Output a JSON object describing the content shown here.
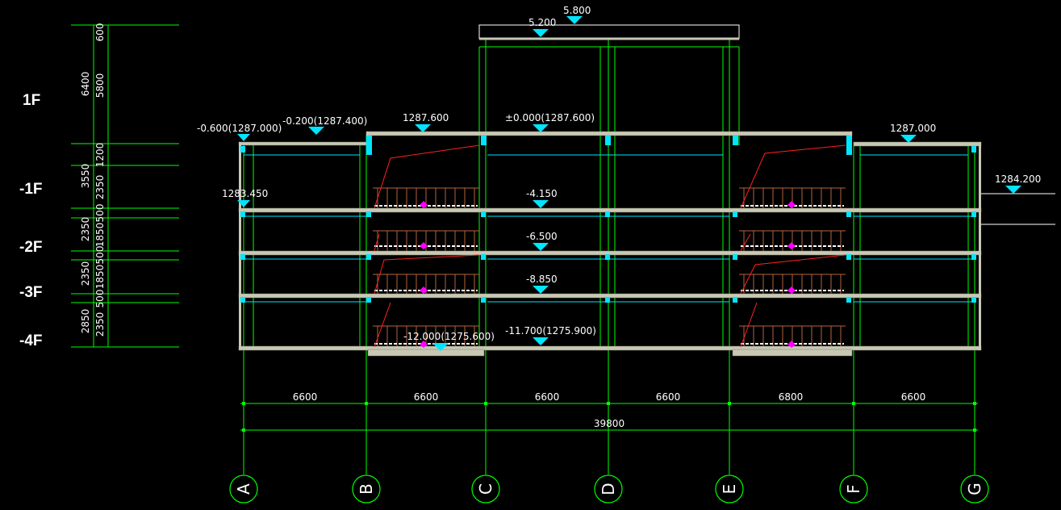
{
  "floor_labels": [
    "1F",
    "-1F",
    "-2F",
    "-3F",
    "-4F"
  ],
  "vertical_dims_inner": [
    "600",
    "5800",
    "1200",
    "2350",
    "500",
    "1850",
    "500",
    "1850",
    "500",
    "2350"
  ],
  "vertical_dims_outer": [
    "6400",
    "3550",
    "2350",
    "2350",
    "2850"
  ],
  "span_dims": [
    "6600",
    "6600",
    "6600",
    "6600",
    "6800",
    "6600"
  ],
  "total_dim": "39800",
  "axis_labels": [
    "A",
    "B",
    "C",
    "D",
    "E",
    "F",
    "G"
  ],
  "elevations": {
    "top_5800": "5.800",
    "top_5200": "5.200",
    "a": "-0.600(1287.000)",
    "b": "-0.200(1287.400)",
    "c": "1287.600",
    "d": "±0.000(1287.600)",
    "e": "1287.000",
    "f": "1284.200",
    "g": "1283.450",
    "h": "-4.150",
    "i": "-6.500",
    "j": "-8.850",
    "k": "-12.000(1275.600)",
    "l": "-11.700(1275.900)"
  },
  "colors": {
    "background": "#000000",
    "grid_line": "#00ff00",
    "slab": "#c8c8b4",
    "column": "#00e5ff",
    "text": "#ffffff",
    "marker": "#00e5ff",
    "stair_line": "#ff2020",
    "stair_rail": "#b4643c",
    "stair_marker": "#ff00ff"
  }
}
